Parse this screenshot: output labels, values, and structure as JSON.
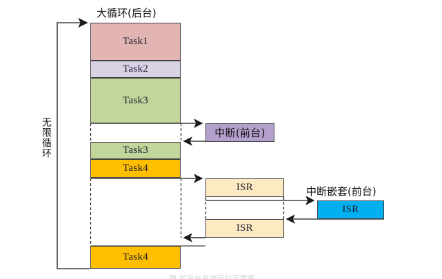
{
  "diagram": {
    "title_background": "大循环(后台)",
    "loop_label": "无限循环",
    "bottom_caption": "图  前后台系统运行示意图",
    "colors": {
      "task1": "#e3b5b2",
      "task2": "#d9d2e4",
      "task3": "#c2d69b",
      "task4": "#ffbf00",
      "interrupt": "#b4a0cd",
      "isr": "#fdeac3",
      "nested_isr": "#00b0f0",
      "stroke": "#404040",
      "text": "#1a1a2e"
    },
    "background_tasks": [
      {
        "label": "Task1",
        "color_key": "task1"
      },
      {
        "label": "Task2",
        "color_key": "task2"
      },
      {
        "label": "Task3",
        "color_key": "task3"
      },
      {
        "label": "Task3",
        "color_key": "task3"
      },
      {
        "label": "Task4",
        "color_key": "task4"
      },
      {
        "label": "Task4",
        "color_key": "task4"
      }
    ],
    "foreground": {
      "interrupt_label": "中断(前台)",
      "isr_first_label": "ISR",
      "isr_second_label": "ISR",
      "nested_title": "中断嵌套(前台)",
      "nested_isr_label": "ISR"
    }
  }
}
